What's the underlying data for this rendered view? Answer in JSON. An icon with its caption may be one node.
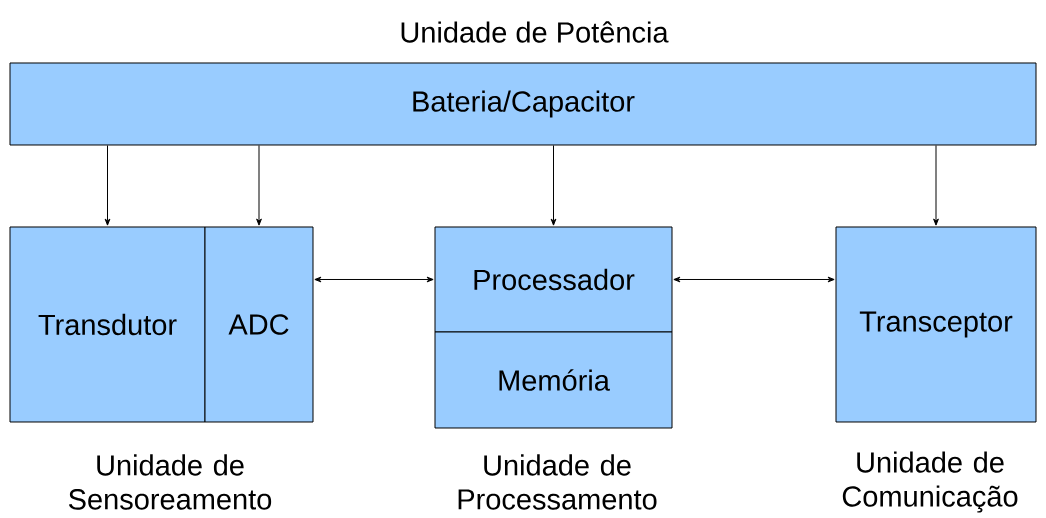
{
  "diagram": {
    "nodes": [
      {
        "text": [
          "Unidade de Potência",
          "Bateria/Capacitor"
        ]
      },
      {
        "text": [
          "Transdutor"
        ]
      },
      {
        "text": [
          "ADC"
        ]
      },
      {
        "text": [
          "Processador"
        ]
      },
      {
        "text": [
          "Memória"
        ]
      },
      {
        "text": [
          "Transceptor"
        ]
      }
    ],
    "edges": [
      {
        "from": 0,
        "to": 1,
        "arrow": "to"
      },
      {
        "from": 0,
        "to": 2,
        "arrow": "to"
      },
      {
        "from": 0,
        "to": 3,
        "arrow": "to"
      },
      {
        "from": 0,
        "to": 5,
        "arrow": "to"
      },
      {
        "from": 2,
        "to": 3,
        "arrow": "both"
      },
      {
        "from": 3,
        "to": 5,
        "arrow": "both"
      }
    ],
    "labels": [
      "Unidade de Sensoreamento",
      "Unidade de Processamento",
      "Unidade de Comunicação"
    ]
  }
}
